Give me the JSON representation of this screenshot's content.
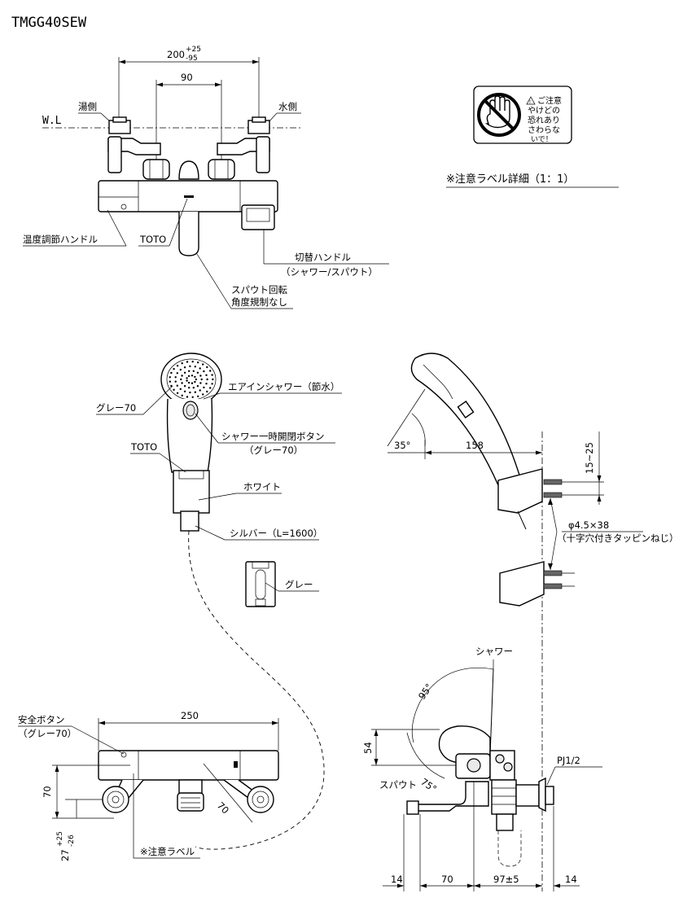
{
  "model": "TMGG40SEW",
  "labels": {
    "wl": "W.L",
    "hot_side": "湯側",
    "cold_side": "水側",
    "temp_handle": "温度調節ハンドル",
    "toto_top": "TOTO",
    "switch_handle": "切替ハンドル",
    "switch_handle_sub": "（シャワー/スパウト）",
    "spout_rotation_1": "スパウト回転",
    "spout_rotation_2": "角度規制なし",
    "caution_label_detail": "※注意ラベル詳細（1：1）",
    "caution_title": "ご注意",
    "caution_line1": "やけどの",
    "caution_line2": "恐れあり",
    "caution_line3": "さわらな",
    "caution_line4": "いで！",
    "air_in_shower": "エアインシャワー（節水）",
    "gray70": "グレー70",
    "stop_button": "シャワー一時開閉ボタン",
    "stop_button_sub": "（グレー70）",
    "toto_head": "TOTO",
    "white": "ホワイト",
    "silver_hose": "シルバー（L=1600）",
    "gray": "グレー",
    "safety_button": "安全ボタン",
    "safety_button_sub": "（グレー70）",
    "caution_label": "※注意ラベル",
    "screw": "φ4.5×38",
    "screw_sub": "（十字穴付きタッピンねじ）",
    "shower": "シャワー",
    "spout": "スパウト",
    "pj": "PJ1/2"
  },
  "dims": {
    "d200": "200",
    "d200_plus": "+25",
    "d200_minus": "-95",
    "d90": "90",
    "d250": "250",
    "d70_left": "70",
    "d70_diag": "70",
    "d27": "27",
    "d27_plus": "+25",
    "d27_minus": "-26",
    "d35": "35°",
    "d158": "158",
    "d15_25": "15~25",
    "d95": "95°",
    "d75": "75°",
    "d54": "54",
    "b14a": "14",
    "b70": "70",
    "b97": "97±5",
    "b14b": "14"
  }
}
